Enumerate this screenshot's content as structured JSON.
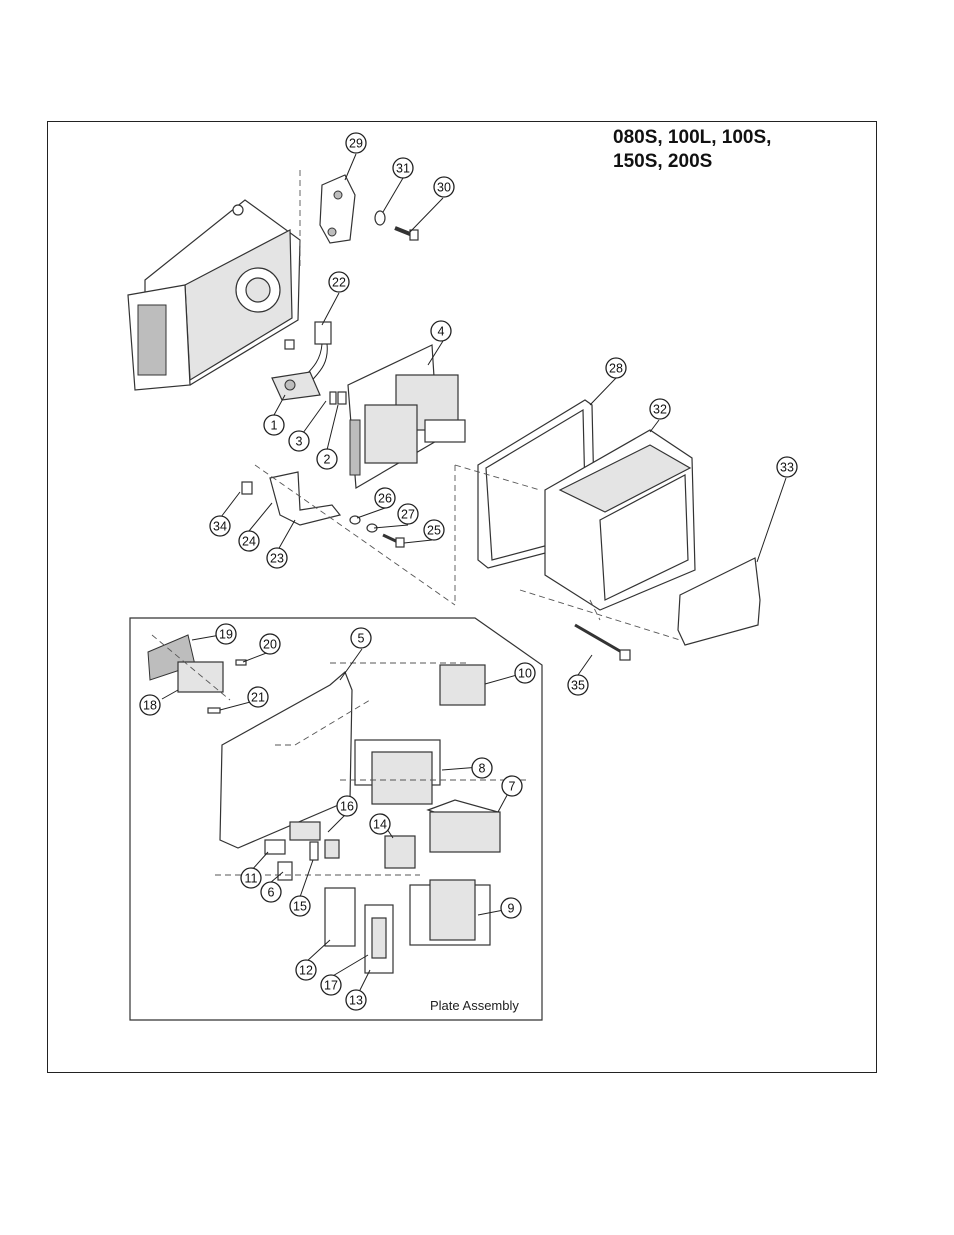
{
  "header": {
    "model_lines": [
      "080S, 100L, 100S,",
      "150S, 200S"
    ]
  },
  "plate_assembly": {
    "caption": "Plate Assembly"
  },
  "callouts": [
    "1",
    "2",
    "3",
    "4",
    "5",
    "6",
    "7",
    "8",
    "9",
    "10",
    "11",
    "12",
    "13",
    "14",
    "15",
    "16",
    "17",
    "18",
    "19",
    "20",
    "21",
    "22",
    "23",
    "24",
    "25",
    "26",
    "27",
    "28",
    "29",
    "30",
    "31",
    "32",
    "33",
    "34",
    "35"
  ]
}
